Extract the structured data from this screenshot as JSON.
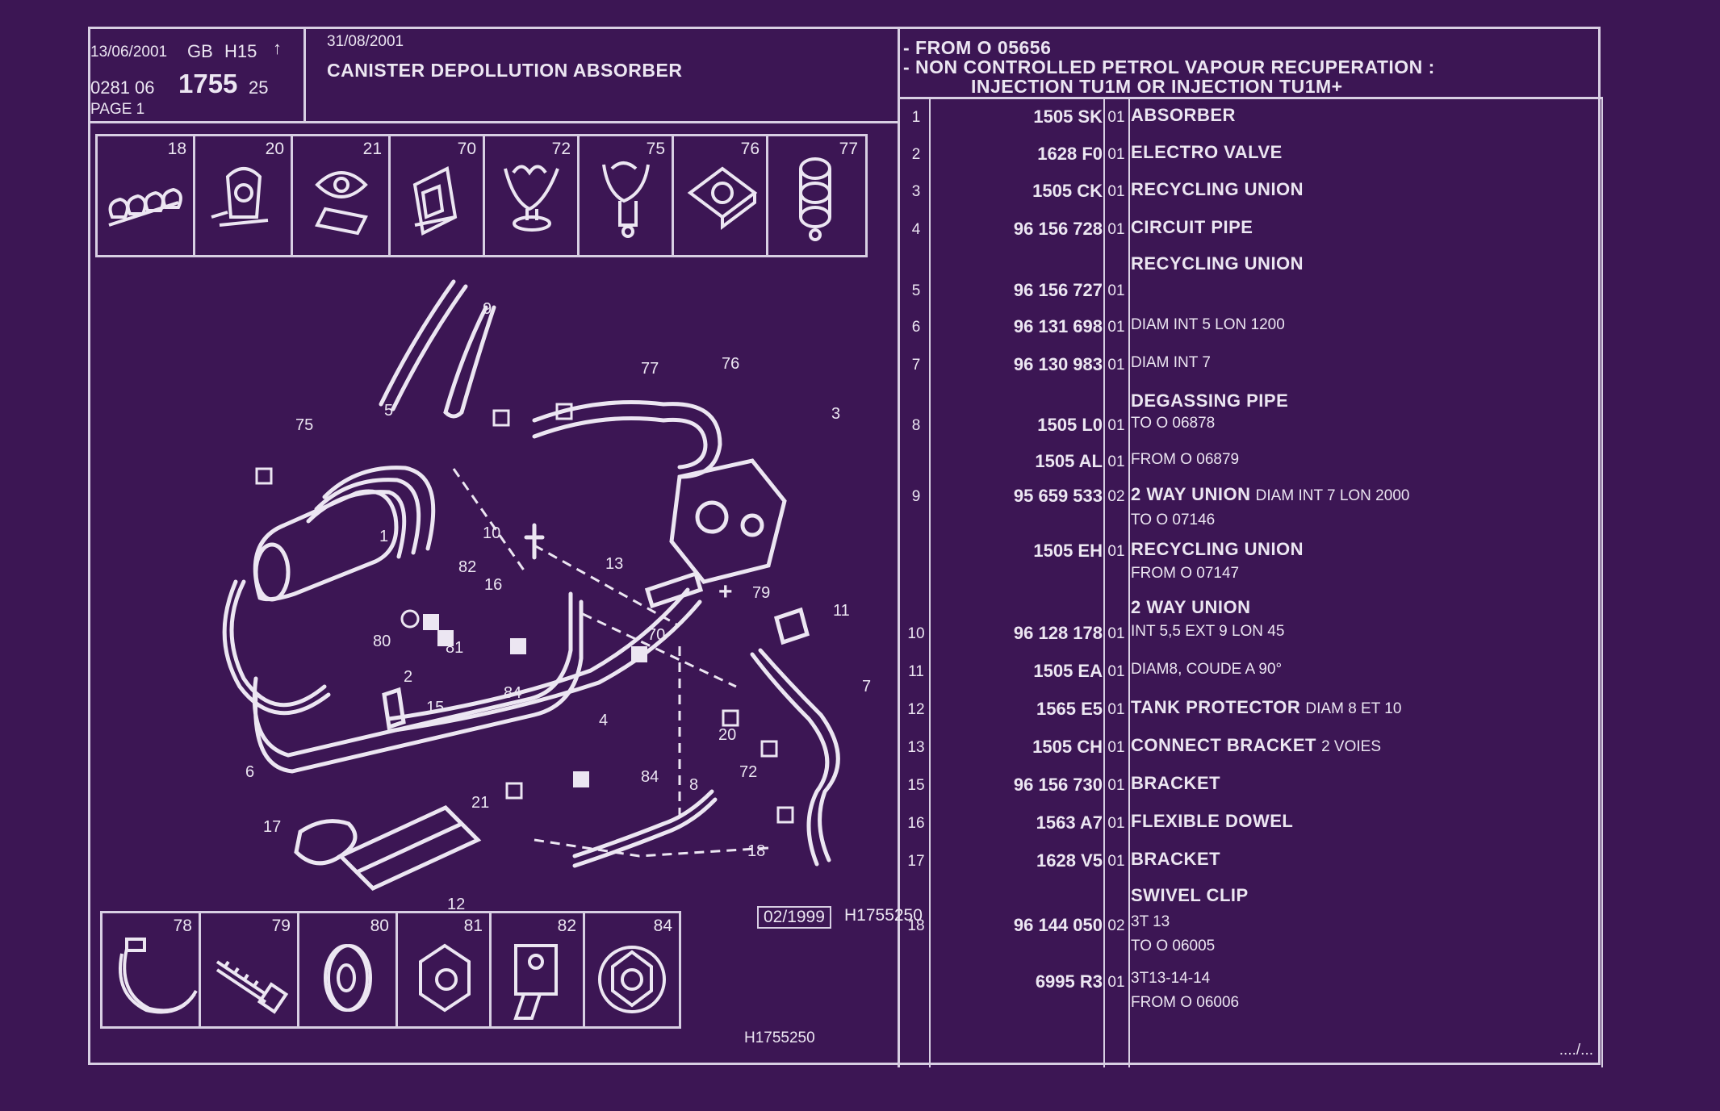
{
  "header": {
    "date": "13/06/2001",
    "lang": "GB",
    "code": "H15",
    "arrow": "↑",
    "ref_prefix": "0281  06",
    "ref_main": "1755",
    "ref_suffix": "25",
    "page": "PAGE  1",
    "date2": "31/08/2001",
    "title": "CANISTER DEPOLLUTION ABSORBER",
    "note1": "- FROM  O   05656",
    "note2": "- NON CONTROLLED PETROL VAPOUR RECUPERATION :",
    "note3": "INJECTION TU1M OR  INJECTION TU1M+"
  },
  "top_icons": [
    "18",
    "20",
    "21",
    "70",
    "72",
    "75",
    "76",
    "77"
  ],
  "bottom_icons": [
    "78",
    "79",
    "80",
    "81",
    "82",
    "84"
  ],
  "diagram": {
    "callouts": [
      "9",
      "77",
      "76",
      "3",
      "75",
      "5",
      "1",
      "10",
      "82",
      "16",
      "13",
      "79",
      "80",
      "81",
      "11",
      "70",
      "2",
      "84",
      "15",
      "4",
      "7",
      "20",
      "72",
      "6",
      "21",
      "84",
      "8",
      "17",
      "18",
      "12"
    ],
    "plus": "+",
    "date_ref": "02/1999",
    "ref": "H1755250",
    "bottom_ref": "H1755250"
  },
  "parts": [
    {
      "num": "1",
      "ref": "1505 SK",
      "qty": "01",
      "name": "ABSORBER",
      "extra": "",
      "sub": ""
    },
    {
      "num": "2",
      "ref": "1628 F0",
      "qty": "01",
      "name": "ELECTRO VALVE",
      "extra": "",
      "sub": ""
    },
    {
      "num": "3",
      "ref": "1505 CK",
      "qty": "01",
      "name": "RECYCLING UNION",
      "extra": "",
      "sub": ""
    },
    {
      "num": "4",
      "ref": "96 156 728",
      "qty": "01",
      "name": "CIRCUIT PIPE",
      "extra": "",
      "sub": ""
    },
    {
      "num": "",
      "ref": "",
      "qty": "",
      "name": "RECYCLING UNION",
      "extra": "",
      "sub": ""
    },
    {
      "num": "5",
      "ref": "96 156 727",
      "qty": "01",
      "name": "",
      "extra": "",
      "sub": ""
    },
    {
      "num": "6",
      "ref": "96 131 698",
      "qty": "01",
      "name": "",
      "extra": "DIAM INT 5 LON 1200",
      "sub": ""
    },
    {
      "num": "7",
      "ref": "96 130 983",
      "qty": "01",
      "name": "",
      "extra": "DIAM INT 7",
      "sub": ""
    },
    {
      "num": "",
      "ref": "",
      "qty": "",
      "name": "DEGASSING PIPE",
      "extra": "",
      "sub": ""
    },
    {
      "num": "8",
      "ref": "1505 L0",
      "qty": "01",
      "name": "",
      "extra": "TO  O  06878",
      "sub": ""
    },
    {
      "num": "",
      "ref": "1505 AL",
      "qty": "01",
      "name": "",
      "extra": "FROM  O  06879",
      "sub": ""
    },
    {
      "num": "9",
      "ref": "95 659 533",
      "qty": "02",
      "name": "2 WAY UNION",
      "extra": "DIAM INT 7 LON 2000",
      "sub": "TO  O  07146"
    },
    {
      "num": "",
      "ref": "1505 EH",
      "qty": "01",
      "name": "RECYCLING UNION",
      "extra": "",
      "sub": "FROM  O  07147"
    },
    {
      "num": "",
      "ref": "",
      "qty": "",
      "name": "2 WAY UNION",
      "extra": "",
      "sub": ""
    },
    {
      "num": "10",
      "ref": "96 128 178",
      "qty": "01",
      "name": "",
      "extra": "INT 5,5 EXT 9 LON 45",
      "sub": ""
    },
    {
      "num": "11",
      "ref": "1505 EA",
      "qty": "01",
      "name": "",
      "extra": "DIAM8,  COUDE A 90°",
      "sub": ""
    },
    {
      "num": "12",
      "ref": "1565 E5",
      "qty": "01",
      "name": "TANK PROTECTOR",
      "extra": "DIAM 8 ET 10",
      "sub": ""
    },
    {
      "num": "13",
      "ref": "1505 CH",
      "qty": "01",
      "name": "CONNECT BRACKET",
      "extra": "2 VOIES",
      "sub": ""
    },
    {
      "num": "15",
      "ref": "96 156 730",
      "qty": "01",
      "name": "BRACKET",
      "extra": "",
      "sub": ""
    },
    {
      "num": "16",
      "ref": "1563 A7",
      "qty": "01",
      "name": "FLEXIBLE DOWEL",
      "extra": "",
      "sub": ""
    },
    {
      "num": "17",
      "ref": "1628 V5",
      "qty": "01",
      "name": "BRACKET",
      "extra": "",
      "sub": ""
    },
    {
      "num": "",
      "ref": "",
      "qty": "",
      "name": "SWIVEL CLIP",
      "extra": "",
      "sub": ""
    },
    {
      "num": "18",
      "ref": "96 144 050",
      "qty": "02",
      "name": "",
      "extra": "3T 13",
      "sub": "TO  O  06005"
    },
    {
      "num": "",
      "ref": "6995 R3",
      "qty": "01",
      "name": "",
      "extra": "3T13-14-14",
      "sub": "FROM  O  06006"
    }
  ],
  "continuation": "..../..."
}
